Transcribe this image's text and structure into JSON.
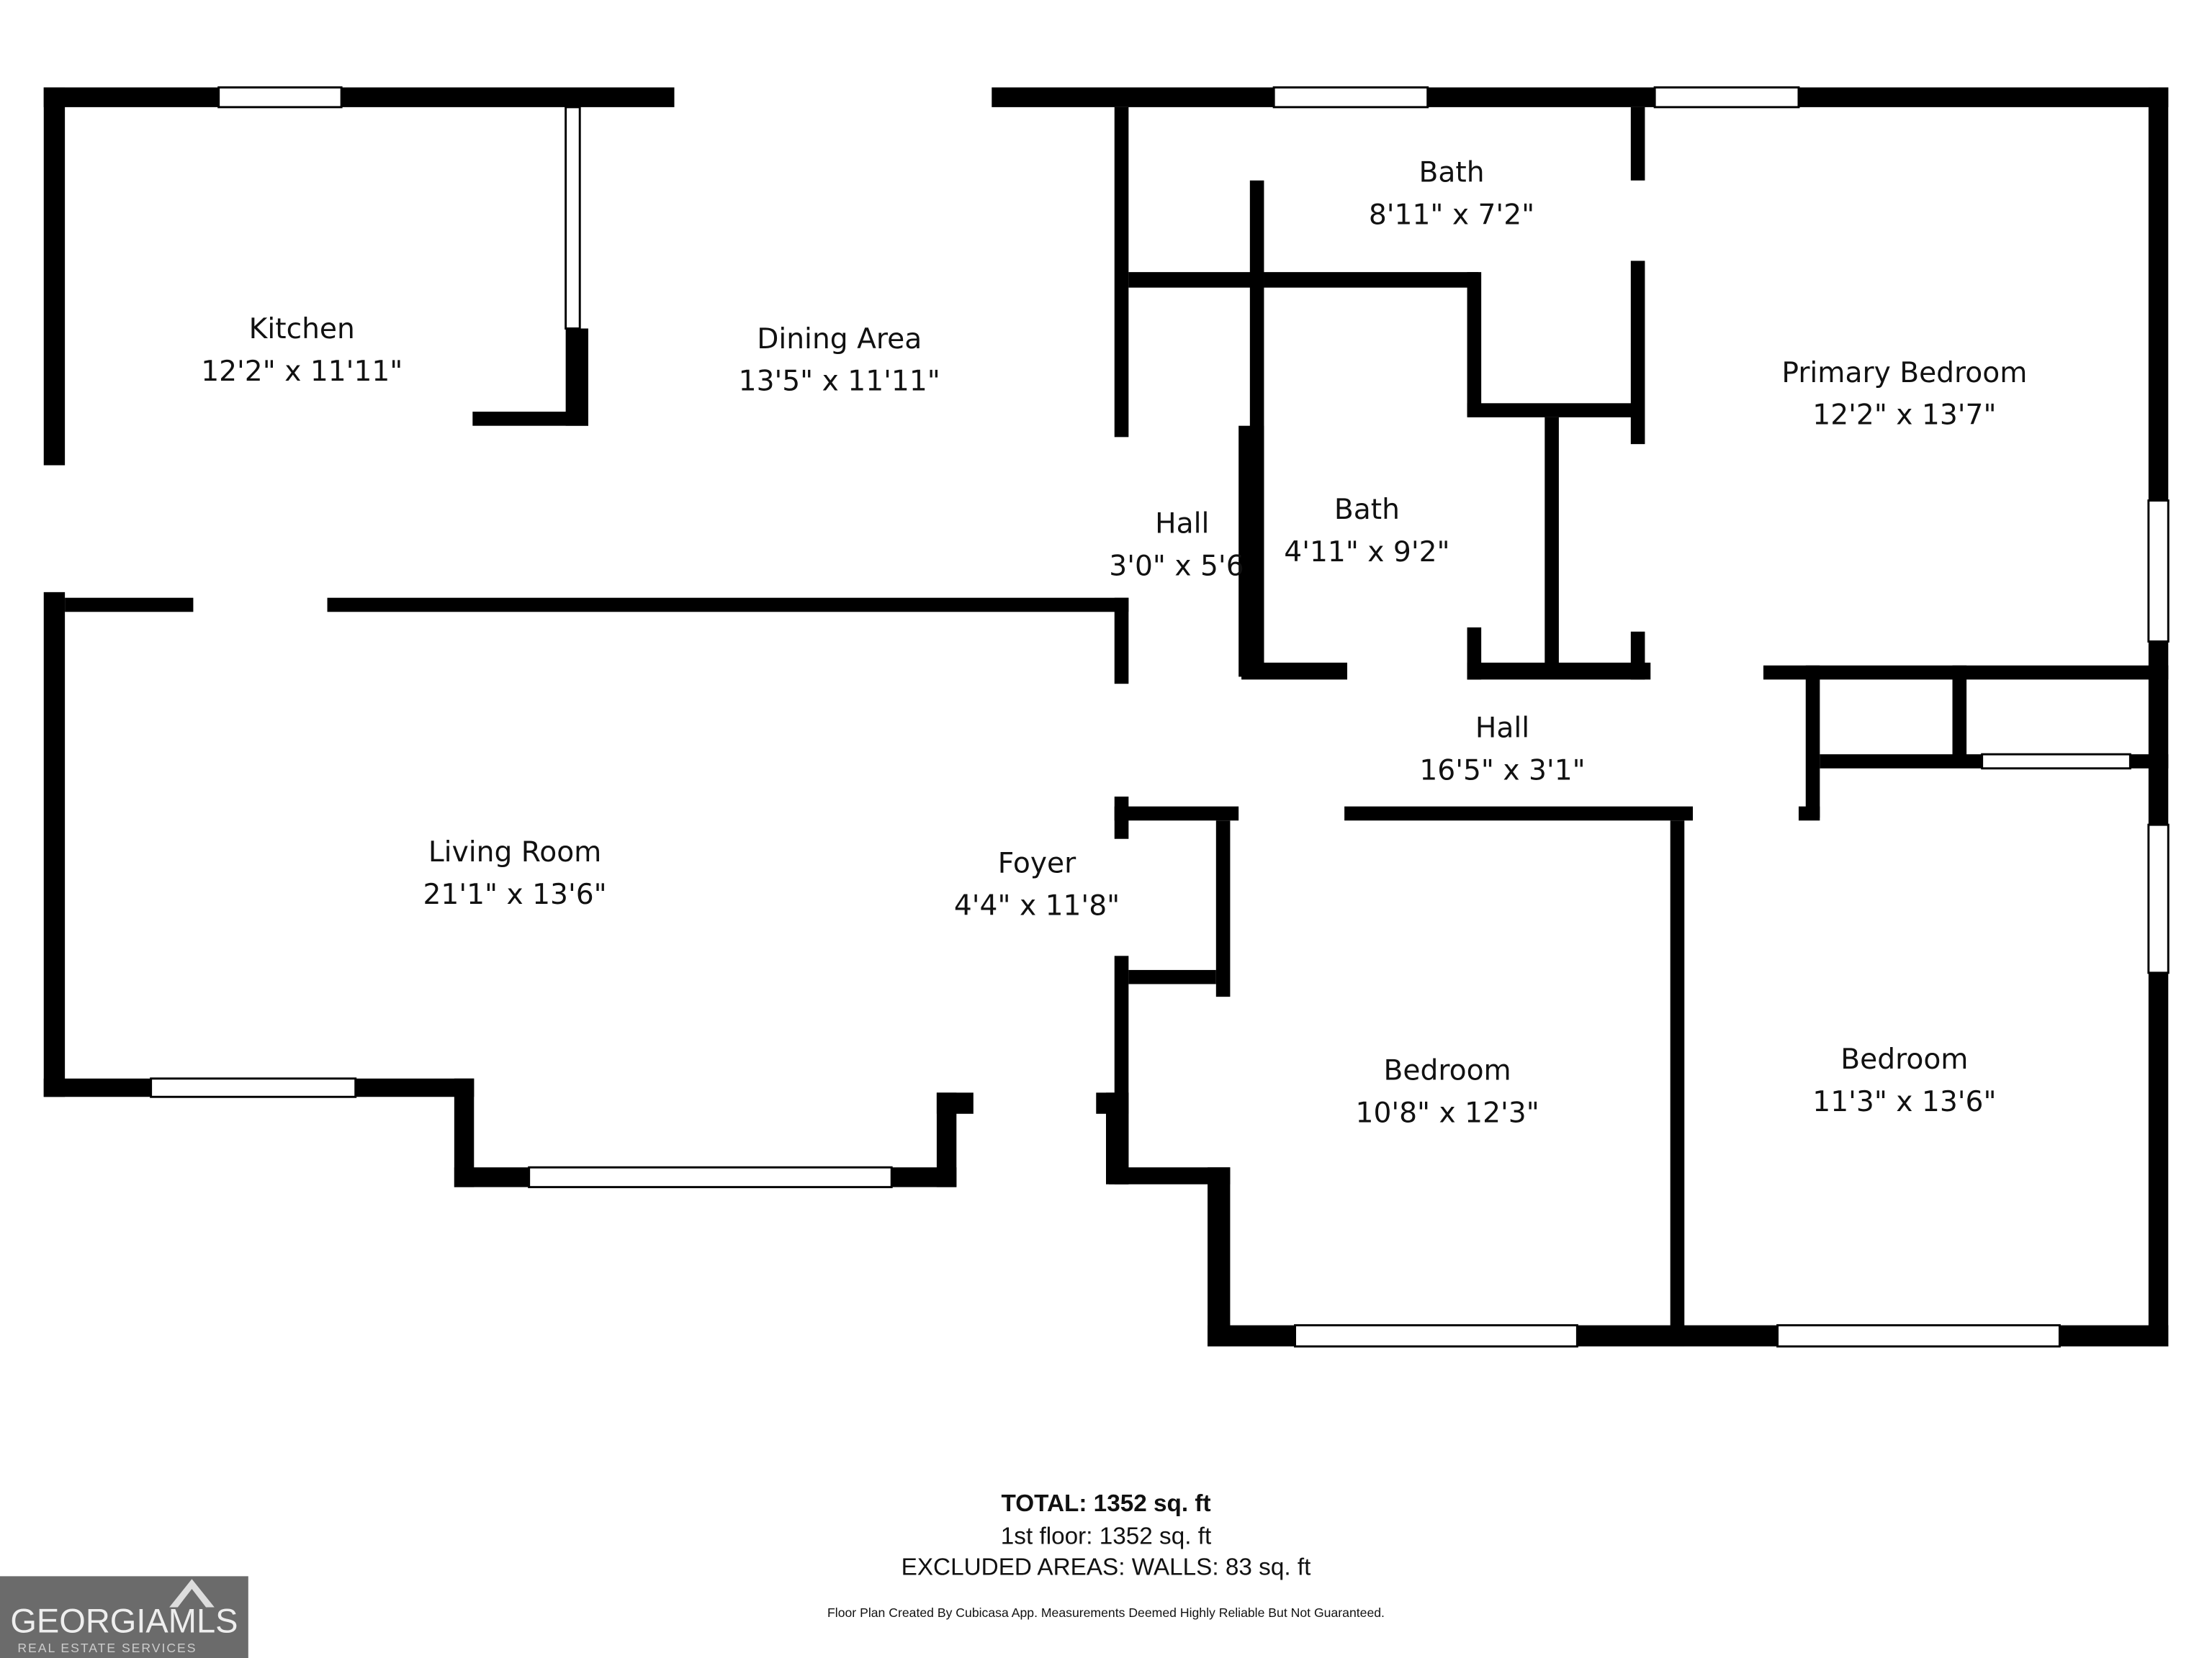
{
  "rooms": [
    {
      "name": "Kitchen",
      "size": "12'2\" x 11'11\""
    },
    {
      "name": "Dining Area",
      "size": "13'5\" x 11'11\""
    },
    {
      "name": "Bath",
      "size": "8'11\" x 7'2\""
    },
    {
      "name": "Primary Bedroom",
      "size": "12'2\" x 13'7\""
    },
    {
      "name": "Hall",
      "size": "3'0\" x 5'6"
    },
    {
      "name": "Bath",
      "size": "4'11\" x 9'2\""
    },
    {
      "name": "Hall",
      "size": "16'5\" x 3'1\""
    },
    {
      "name": "Living Room",
      "size": "21'1\" x 13'6\""
    },
    {
      "name": "Foyer",
      "size": "4'4\" x 11'8\""
    },
    {
      "name": "Bedroom",
      "size": "10'8\" x 12'3\""
    },
    {
      "name": "Bedroom",
      "size": "11'3\" x 13'6\""
    }
  ],
  "summary": {
    "total": "TOTAL: 1352 sq. ft",
    "floor": "1st floor: 1352 sq. ft",
    "excluded": "EXCLUDED AREAS: WALLS: 83 sq. ft",
    "disclaimer": "Floor Plan Created By Cubicasa App. Measurements Deemed Highly Reliable But Not Guaranteed."
  },
  "logo": {
    "brand": "GEORGIAMLS",
    "tagline": "REAL ESTATE SERVICES"
  },
  "colors": {
    "wall": "#000000",
    "logo_bg": "#6b6b6b"
  }
}
